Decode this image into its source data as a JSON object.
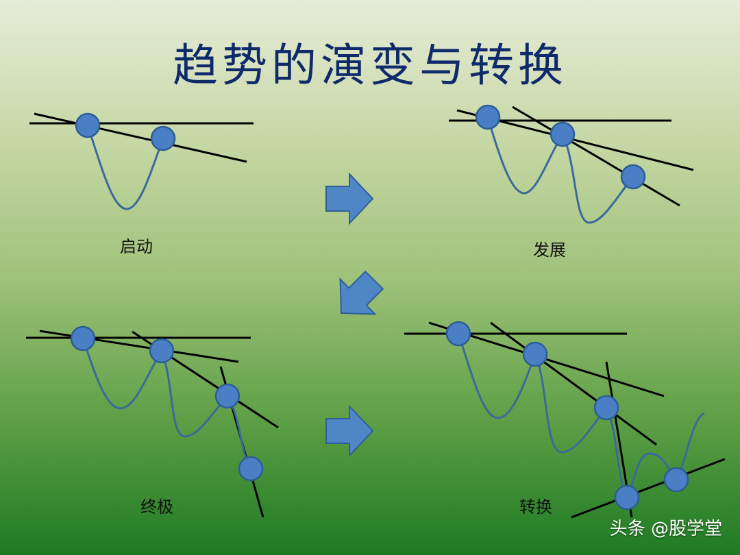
{
  "title": "趋势的演变与转换",
  "stages": {
    "start": "启动",
    "develop": "发展",
    "ultimate": "终极",
    "transform": "转换"
  },
  "watermark": "头条 @股学堂",
  "colors": {
    "title": "#0f2a6a",
    "pivot_fill": "#4a7fc5",
    "arrow_fill": "#4f86c6",
    "price_curve": "#3a6a9a"
  }
}
